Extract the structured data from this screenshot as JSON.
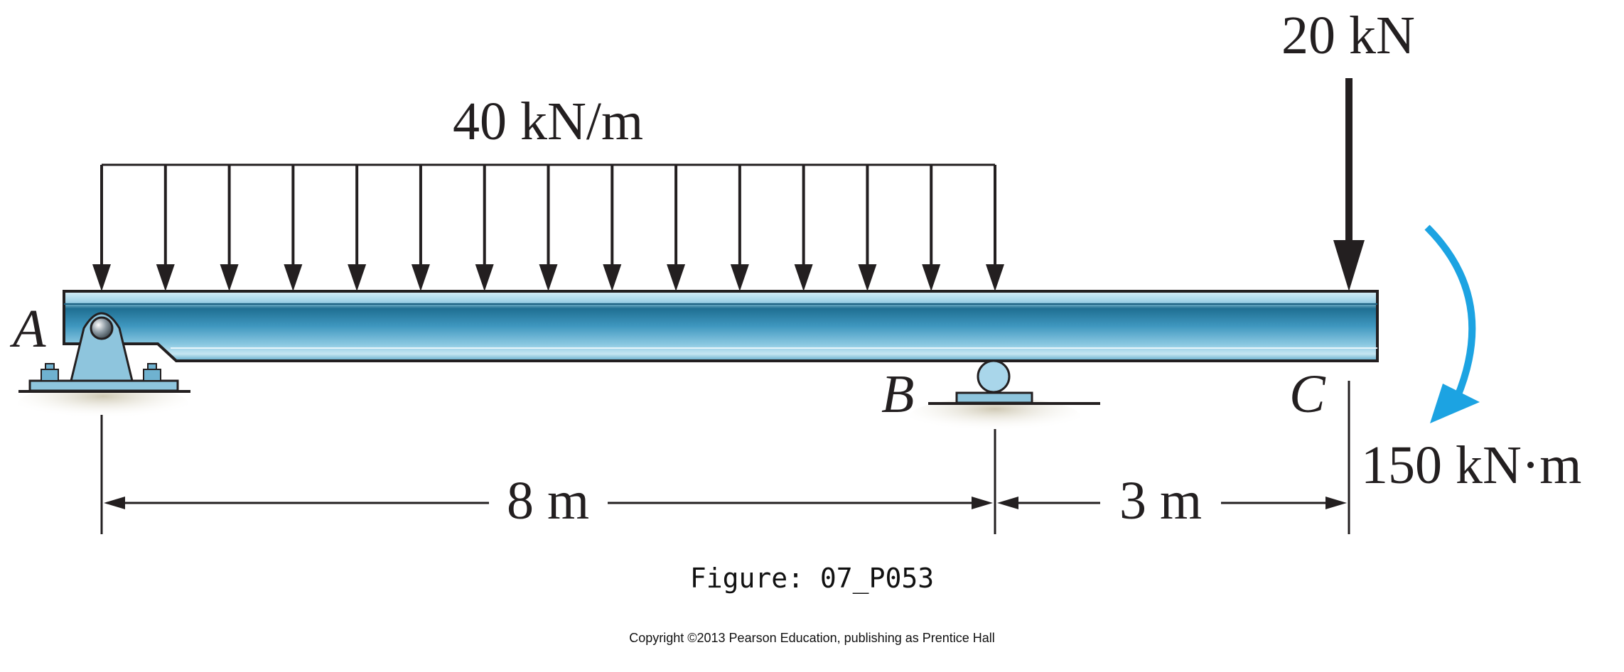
{
  "loads": {
    "distributed": "40 kN/m",
    "point_force": "20 kN",
    "moment": "150 kN·m"
  },
  "points": {
    "a": "A",
    "b": "B",
    "c": "C"
  },
  "dimensions": {
    "ab": "8 m",
    "bc": "3 m"
  },
  "caption": "Figure: 07_P053",
  "copyright": "Copyright ©2013 Pearson Education, publishing as Prentice Hall",
  "colors": {
    "beam": "#4ea3c8",
    "beam_dark": "#1b6f93",
    "moment_arrow": "#1ca3e2",
    "ink": "#231f20",
    "ground": "#d8d3c2"
  },
  "icons": {
    "pin_support": "pin-support-icon",
    "roller_support": "roller-support-icon"
  }
}
